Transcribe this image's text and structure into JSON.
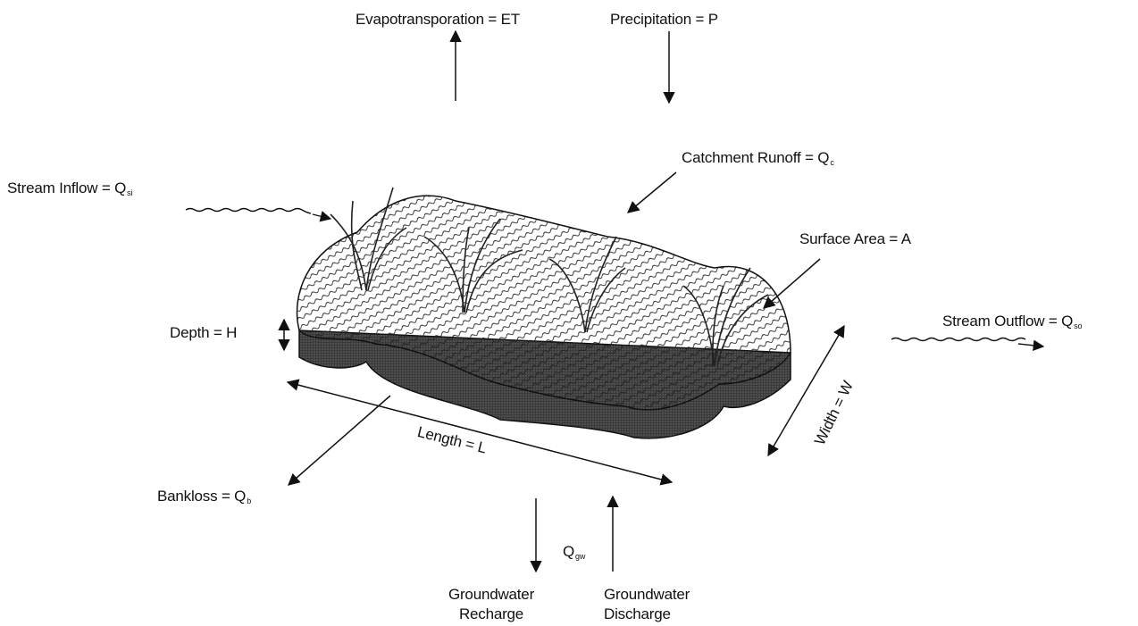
{
  "labels": {
    "evapotranspiration": "Evapotransporation = ET",
    "precipitation": "Precipitation = P",
    "catchment_runoff": "Catchment Runoff = Q",
    "catchment_runoff_sub": "c",
    "stream_inflow": "Stream Inflow = Q",
    "stream_inflow_sub": "si",
    "surface_area": "Surface Area = A",
    "stream_outflow": "Stream Outflow = Q",
    "stream_outflow_sub": "so",
    "depth": "Depth = H",
    "width": "Width = W",
    "length": "Length = L",
    "bankloss": "Bankloss = Q",
    "bankloss_sub": "b",
    "q_gw": "Q",
    "q_gw_sub": "gw",
    "groundwater_recharge_1": "Groundwater",
    "groundwater_recharge_2": "Recharge",
    "groundwater_discharge_1": "Groundwater",
    "groundwater_discharge_2": "Discharge"
  }
}
